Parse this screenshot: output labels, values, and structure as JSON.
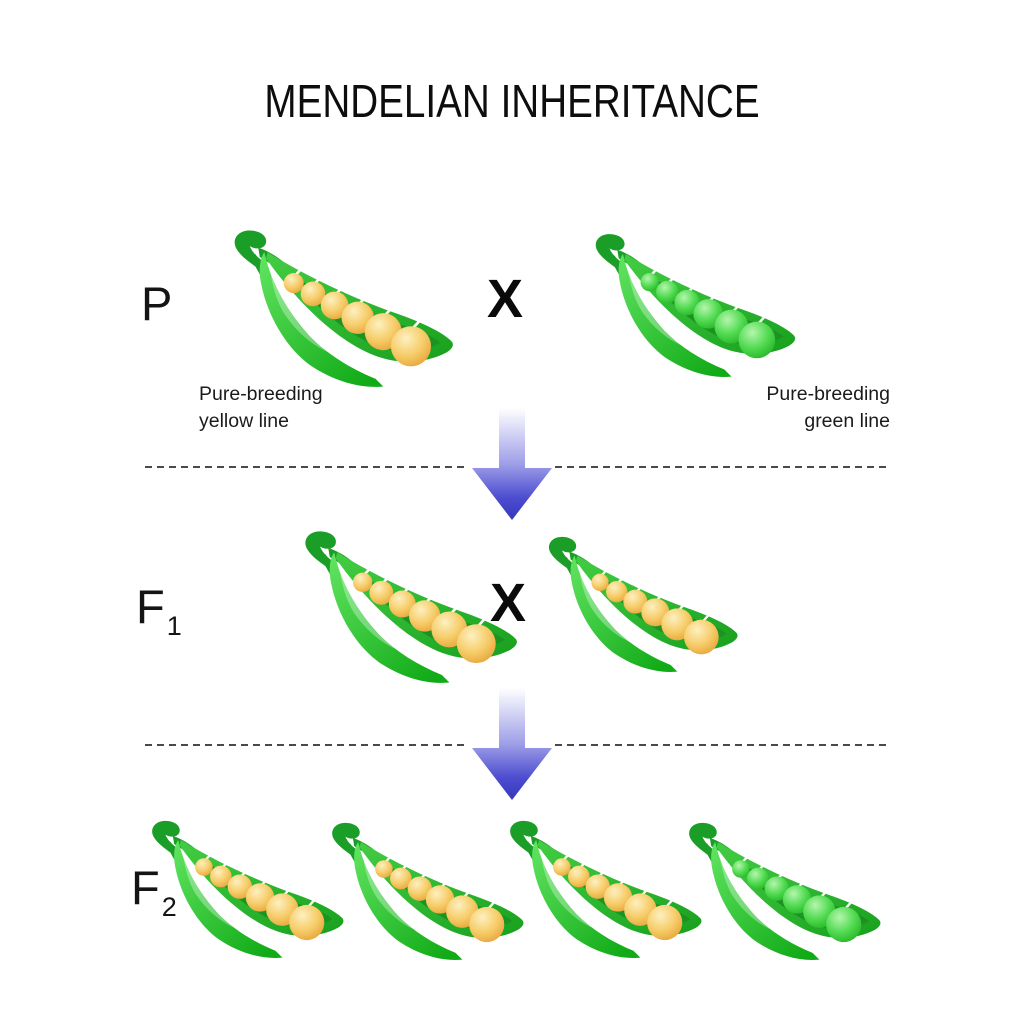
{
  "title": "MENDELIAN INHERITANCE",
  "rows": {
    "p": {
      "label": "P",
      "sub": "",
      "cross": "X",
      "left_pod": {
        "color": "yellow"
      },
      "right_pod": {
        "color": "green"
      },
      "left_caption": [
        "Pure-breeding",
        "yellow line"
      ],
      "right_caption": [
        "Pure-breeding",
        "green line"
      ]
    },
    "f1": {
      "label": "F",
      "sub": "1",
      "cross": "X",
      "pods": [
        {
          "color": "yellow"
        },
        {
          "color": "yellow"
        }
      ]
    },
    "f2": {
      "label": "F",
      "sub": "2",
      "pods": [
        {
          "color": "yellow"
        },
        {
          "color": "yellow"
        },
        {
          "color": "yellow"
        },
        {
          "color": "green"
        }
      ]
    }
  },
  "pea_colors": {
    "yellow": {
      "hi": "#fdf0c0",
      "mid": "#f6cc68",
      "edge": "#e5a136"
    },
    "green": {
      "hi": "#b4f6ac",
      "mid": "#50da50",
      "edge": "#23b223"
    }
  },
  "pod_colors": {
    "stem": "#1b9e28",
    "back_light": "#43cd43",
    "back_dark": "#18a01e",
    "interior": "#1c9222",
    "front_light": "#62e562",
    "front_dark": "#12ab18"
  },
  "arrow_colors": {
    "top": "#ffffff",
    "mid": "#9e9ee8",
    "low": "#4d4dd0",
    "bottom": "#3737bd"
  },
  "divider_color": "#4a4a4a"
}
